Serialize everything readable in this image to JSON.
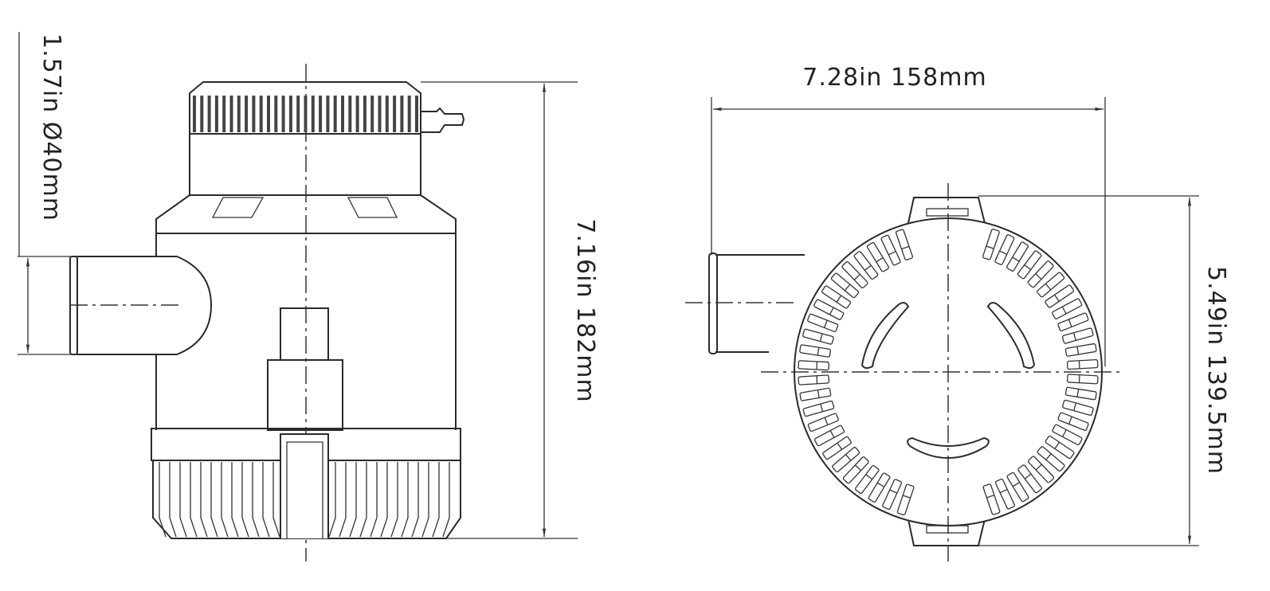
{
  "dimensions": {
    "outlet_diameter": "1.57in Ø40mm",
    "height": "7.16in 182mm",
    "width": "7.28in 158mm",
    "depth": "5.49in 139.5mm"
  },
  "colors": {
    "line": "#2a2a2a",
    "background": "#ffffff"
  }
}
